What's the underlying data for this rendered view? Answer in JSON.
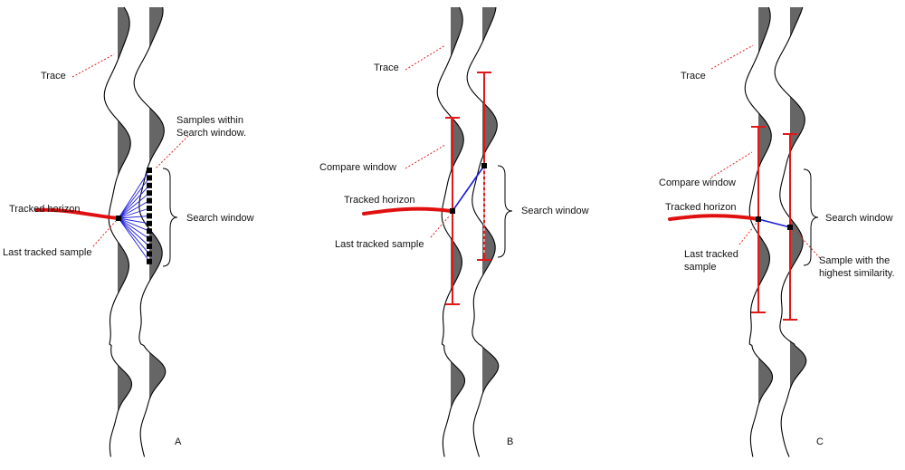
{
  "panels": [
    {
      "id": "A",
      "letter": "A",
      "labels": {
        "trace": "Trace",
        "samples_within_line1": "Samples within",
        "samples_within_line2": "Search window.",
        "tracked_horizon": "Tracked horizon",
        "search_window": "Search window",
        "last_tracked_sample": "Last tracked sample"
      }
    },
    {
      "id": "B",
      "letter": "B",
      "labels": {
        "trace": "Trace",
        "compare_window": "Compare window",
        "tracked_horizon": "Tracked horizon",
        "search_window": "Search window",
        "last_tracked_sample": "Last tracked sample"
      }
    },
    {
      "id": "C",
      "letter": "C",
      "labels": {
        "trace": "Trace",
        "compare_window": "Compare window",
        "tracked_horizon": "Tracked horizon",
        "search_window": "Search window",
        "last_tracked_line1": "Last tracked",
        "last_tracked_line2": "sample",
        "highest_line1": "Sample with the",
        "highest_line2": "highest similarity."
      }
    }
  ],
  "colors": {
    "trace_fill": "#666666",
    "window": "#e01818",
    "horizon": "#e01010",
    "link": "#1a1ad8"
  }
}
